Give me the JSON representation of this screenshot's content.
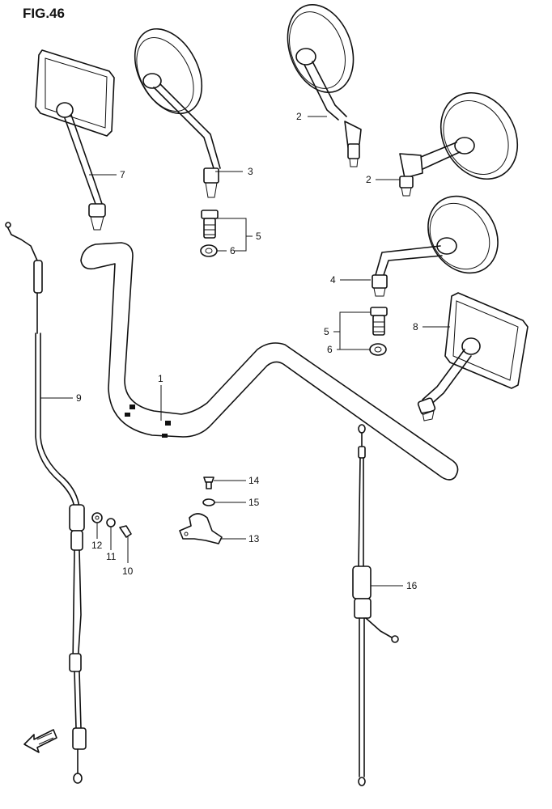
{
  "figure": {
    "title": "FIG.46"
  },
  "callouts": [
    {
      "id": "c1",
      "text": "1"
    },
    {
      "id": "c2a",
      "text": "2"
    },
    {
      "id": "c2b",
      "text": "2"
    },
    {
      "id": "c3",
      "text": "3"
    },
    {
      "id": "c4",
      "text": "4"
    },
    {
      "id": "c5a",
      "text": "5"
    },
    {
      "id": "c5b",
      "text": "5"
    },
    {
      "id": "c6a",
      "text": "6"
    },
    {
      "id": "c6b",
      "text": "6"
    },
    {
      "id": "c7",
      "text": "7"
    },
    {
      "id": "c8",
      "text": "8"
    },
    {
      "id": "c9",
      "text": "9"
    },
    {
      "id": "c10",
      "text": "10"
    },
    {
      "id": "c11",
      "text": "11"
    },
    {
      "id": "c12",
      "text": "12"
    },
    {
      "id": "c13",
      "text": "13"
    },
    {
      "id": "c14",
      "text": "14"
    },
    {
      "id": "c15",
      "text": "15"
    },
    {
      "id": "c16",
      "text": "16"
    }
  ],
  "parts": {
    "handlebar": "handlebar",
    "mirror_round_large": "round mirror",
    "mirror_rect": "rectangular mirror",
    "cable_throttle": "throttle cable",
    "cable_clutch": "clutch cable",
    "clamp": "handlebar clamp",
    "direction_arrow": "front-arrow-icon"
  }
}
